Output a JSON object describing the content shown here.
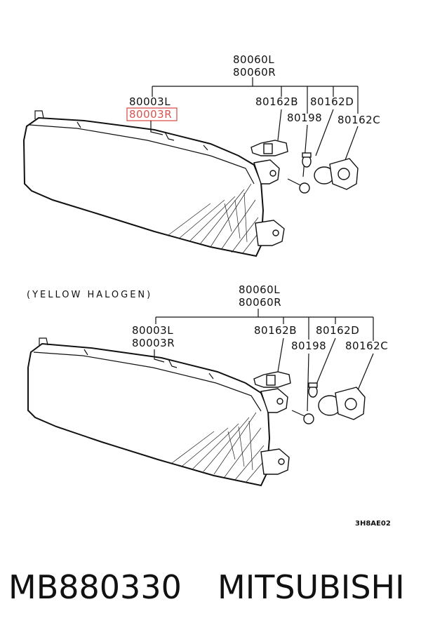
{
  "diagram": {
    "top": {
      "assembly": [
        "80060L",
        "80060R"
      ],
      "housing": [
        "80003L",
        "80003R"
      ],
      "parts": [
        "80162B",
        "80162D",
        "80198",
        "80162C"
      ]
    },
    "bottom": {
      "caption": "(YELLOW HALOGEN)",
      "assembly": [
        "80060L",
        "80060R"
      ],
      "housing": [
        "80003L",
        "80003R"
      ],
      "parts": [
        "80162B",
        "80162D",
        "80198",
        "80162C"
      ]
    },
    "drawing_code": "3H8AE02",
    "highlight_color": "#d9534f"
  },
  "footer": {
    "part_number": "MB880330",
    "brand": "MITSUBISHI"
  }
}
